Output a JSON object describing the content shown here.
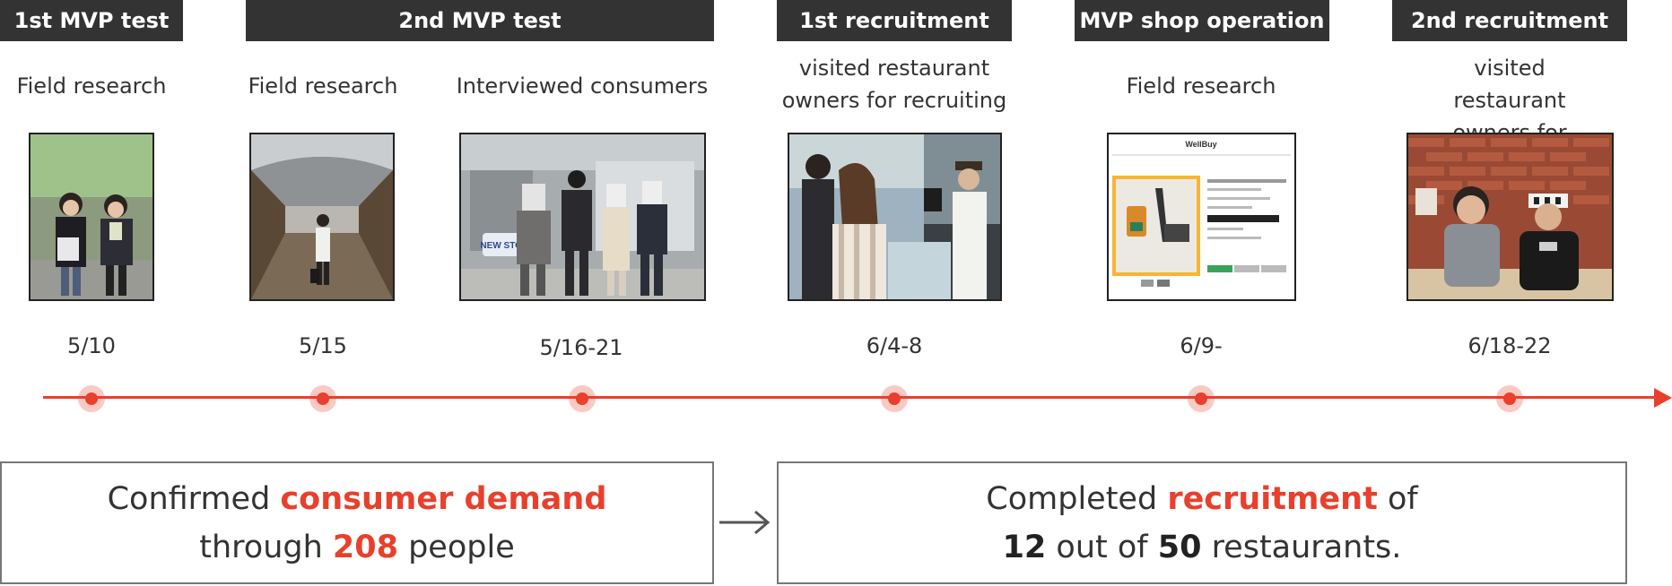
{
  "phases": [
    {
      "label": "1st MVP test"
    },
    {
      "label": "2nd MVP test"
    },
    {
      "label": "1st recruitment"
    },
    {
      "label": "MVP  shop operation"
    },
    {
      "label": "2nd recruitment"
    }
  ],
  "activities": [
    "Field research",
    "Field research",
    "Interviewed consumers",
    "visited restaurant\nowners for recruiting",
    "Field research",
    "visited restaurant\nowners for recruiting"
  ],
  "photos": {
    "shop_brand": "WellBuy",
    "sign_text": "NEW STOP"
  },
  "dates": [
    "5/10",
    "5/15",
    "5/16-21",
    "6/4-8",
    "6/9-",
    "6/18-22"
  ],
  "summary_left": {
    "line1_a": "Confirmed ",
    "line1_hl": "consumer demand",
    "line2_a": "through ",
    "line2_hl": "208",
    "line2_b": " people"
  },
  "summary_right": {
    "line1_a": "Completed ",
    "line1_hl": "recruitment",
    "line1_b": " of",
    "line2_n1": "12",
    "line2_a": " out of ",
    "line2_n2": "50",
    "line2_b": " restaurants."
  },
  "colors": {
    "accent": "#e8402c",
    "header": "#333333"
  }
}
